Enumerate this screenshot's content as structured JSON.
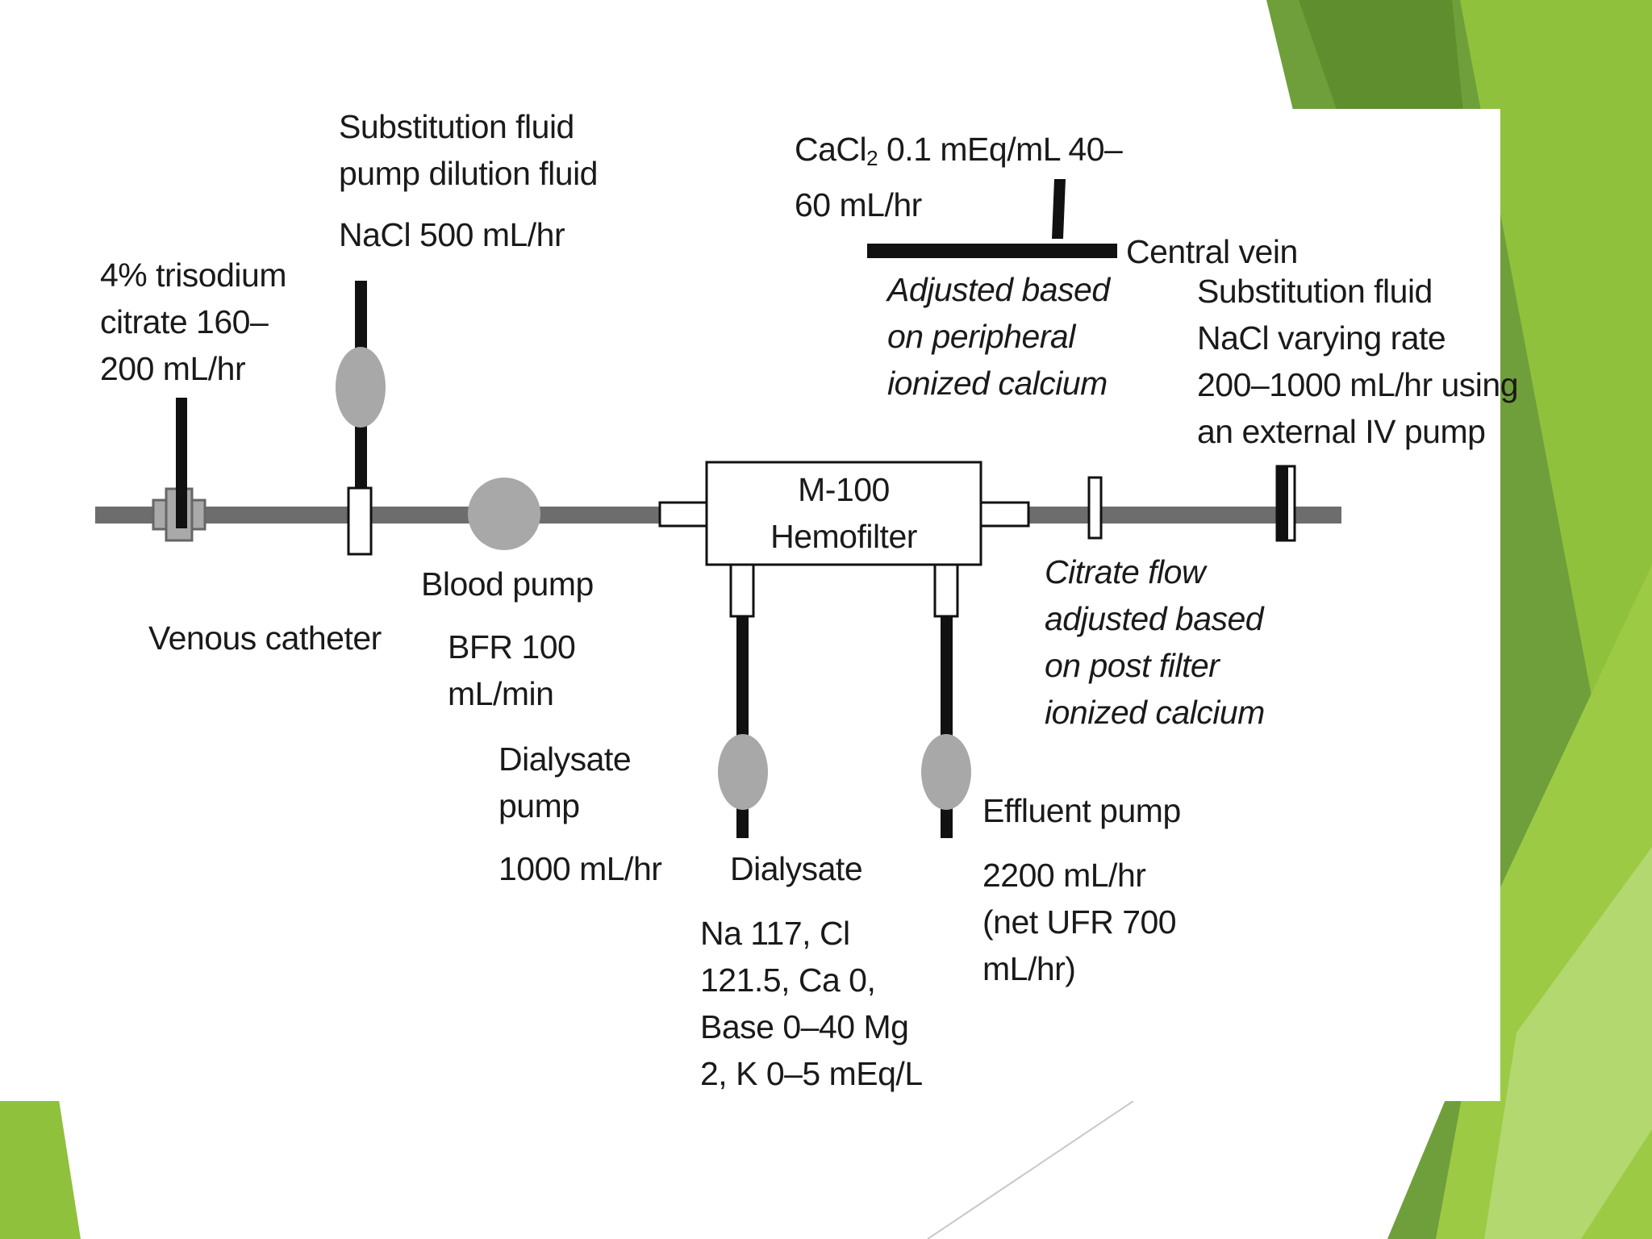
{
  "theme": {
    "background": "#ffffff",
    "accent_green_light": "#9ac63d",
    "accent_green_mid": "#7bb03a",
    "accent_green_dark": "#5a8f2a",
    "line_color": "#6d6d6d",
    "pump_color": "#a8a8a8",
    "text_color": "#1a1a1a"
  },
  "hemofilter": {
    "line1": "M-100",
    "line2": "Hemofilter"
  },
  "labels": {
    "citrate": {
      "line1": "4% trisodium",
      "line2": "citrate 160–",
      "line3": "200 mL/hr"
    },
    "substitution_pre": {
      "line1": "Substitution fluid",
      "line2": "pump dilution fluid",
      "line3": "NaCl 500 mL/hr"
    },
    "cacl2": {
      "prefix": "CaCl",
      "subscript": "2",
      "suffix": " 0.1 mEq/mL 40–",
      "line2": "60 mL/hr"
    },
    "central_vein": "Central vein",
    "adjusted_peripheral": {
      "line1": "Adjusted based",
      "line2": "on peripheral",
      "line3": "ionized calcium"
    },
    "substitution_post": {
      "line1": "Substitution fluid",
      "line2": "NaCl varying rate",
      "line3": "200–1000 mL/hr using",
      "line4": "an external IV pump"
    },
    "venous_catheter": "Venous catheter",
    "blood_pump": {
      "line1": "Blood pump",
      "line2": "BFR 100",
      "line3": "mL/min"
    },
    "citrate_flow": {
      "line1": "Citrate flow",
      "line2": "adjusted based",
      "line3": "on post filter",
      "line4": "ionized calcium"
    },
    "dialysate_pump": {
      "line1": "Dialysate",
      "line2": "pump",
      "line3": "1000 mL/hr"
    },
    "dialysate": {
      "line1": "Dialysate",
      "line2": "Na 117, Cl",
      "line3": "121.5, Ca 0,",
      "line4": "Base 0–40 Mg",
      "line5": "2, K 0–5 mEq/L"
    },
    "effluent_pump": {
      "line1": "Effluent pump",
      "line2": "2200 mL/hr",
      "line3": "(net UFR 700",
      "line4": "mL/hr)"
    }
  }
}
